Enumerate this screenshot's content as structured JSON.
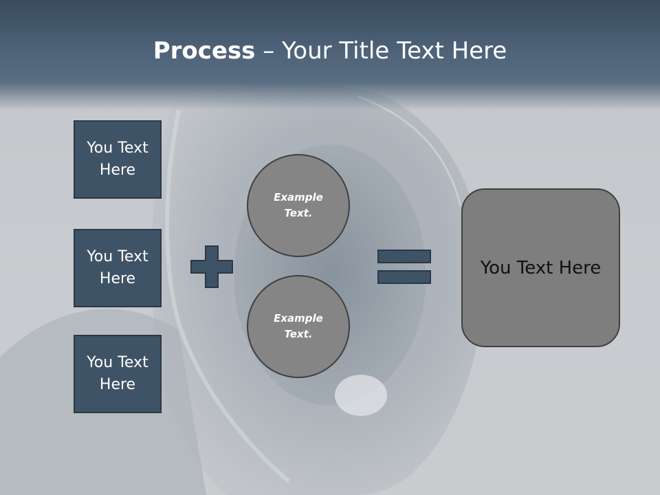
{
  "title": {
    "bold": "Process",
    "rest": " – Your Title Text Here"
  },
  "left_boxes": [
    {
      "label": "You Text Here"
    },
    {
      "label": "You Text Here"
    },
    {
      "label": "You Text Here"
    }
  ],
  "operators": {
    "plus_icon": "plus-icon",
    "equals_icon": "equals-icon"
  },
  "circles": [
    {
      "label": "Example Text."
    },
    {
      "label": "Example Text."
    }
  ],
  "result": {
    "label": "You Text Here"
  },
  "colors": {
    "header": "#4d6278",
    "box_fill": "#3f5366",
    "circle_fill": "#858585",
    "result_fill": "#7e7e7e",
    "background": "#c8cbcf"
  }
}
